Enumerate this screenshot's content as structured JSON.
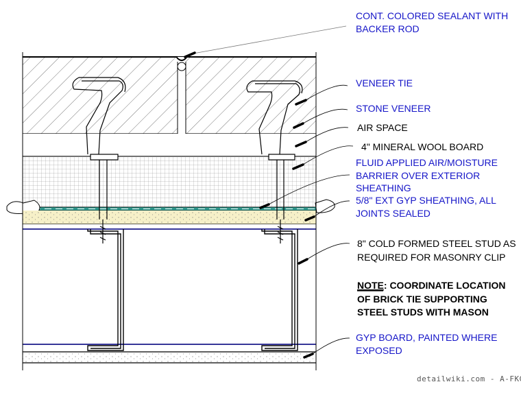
{
  "colors": {
    "blue_label": "#1515c8",
    "black_label": "#000000",
    "barrier_teal": "#2f9a8e",
    "sheathing_fill": "#f6f0c8",
    "steel_blue": "#1a1a8a"
  },
  "labels": {
    "sealant": [
      "CONT. COLORED SEALANT WITH",
      "BACKER ROD"
    ],
    "veneer_tie": [
      "VENEER TIE"
    ],
    "stone_veneer": [
      "STONE VENEER"
    ],
    "air_space": [
      "AIR SPACE"
    ],
    "mineral_wool": [
      "4\" MINERAL WOOL BOARD"
    ],
    "barrier": [
      "FLUID APPLIED AIR/MOISTURE",
      "BARRIER OVER EXTERIOR",
      "SHEATHING"
    ],
    "sheathing": [
      "5/8\" EXT GYP SHEATHING, ALL",
      "JOINTS SEALED"
    ],
    "stud": [
      "8\" COLD FORMED STEEL STUD AS",
      "REQUIRED FOR MASONRY CLIP"
    ],
    "gyp_board": [
      "GYP BOARD, PAINTED WHERE",
      "EXPOSED"
    ]
  },
  "note": {
    "heading": "NOTE",
    "lines": [
      ": COORDINATE LOCATION",
      "OF BRICK TIE SUPPORTING",
      "STEEL STUDS WITH MASON"
    ]
  },
  "credit": "detailwiki.com - A-FKGNT"
}
